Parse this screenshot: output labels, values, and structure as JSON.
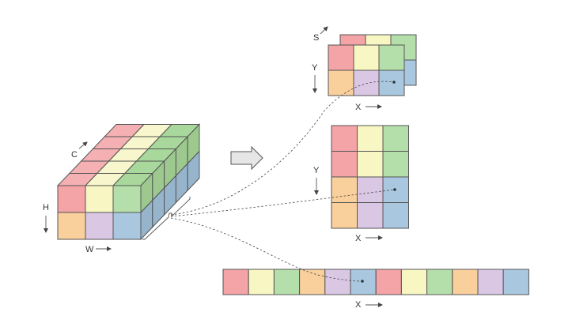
{
  "colors": {
    "red": "#f4a3a6",
    "yellow": "#f8f6c2",
    "green": "#b5dfaa",
    "orange": "#f9cf9c",
    "purple": "#dac7e4",
    "blue": "#a9c8df",
    "red_top": "#f4b0b2",
    "yellow_top": "#f8f6cc",
    "green_top": "#a8d89b",
    "green_side": "#9dc98f",
    "blue_side": "#96b5cd",
    "stroke": "#555555",
    "arrow_fill": "#e6e6e6"
  },
  "cube": {
    "labels": {
      "c": "C",
      "h": "H",
      "w": "W"
    }
  },
  "stack": {
    "labels": {
      "s": "S",
      "y": "Y",
      "x": "X"
    }
  },
  "grid": {
    "labels": {
      "y": "Y",
      "x": "X"
    }
  },
  "strip": {
    "labels": {
      "x": "X"
    }
  }
}
